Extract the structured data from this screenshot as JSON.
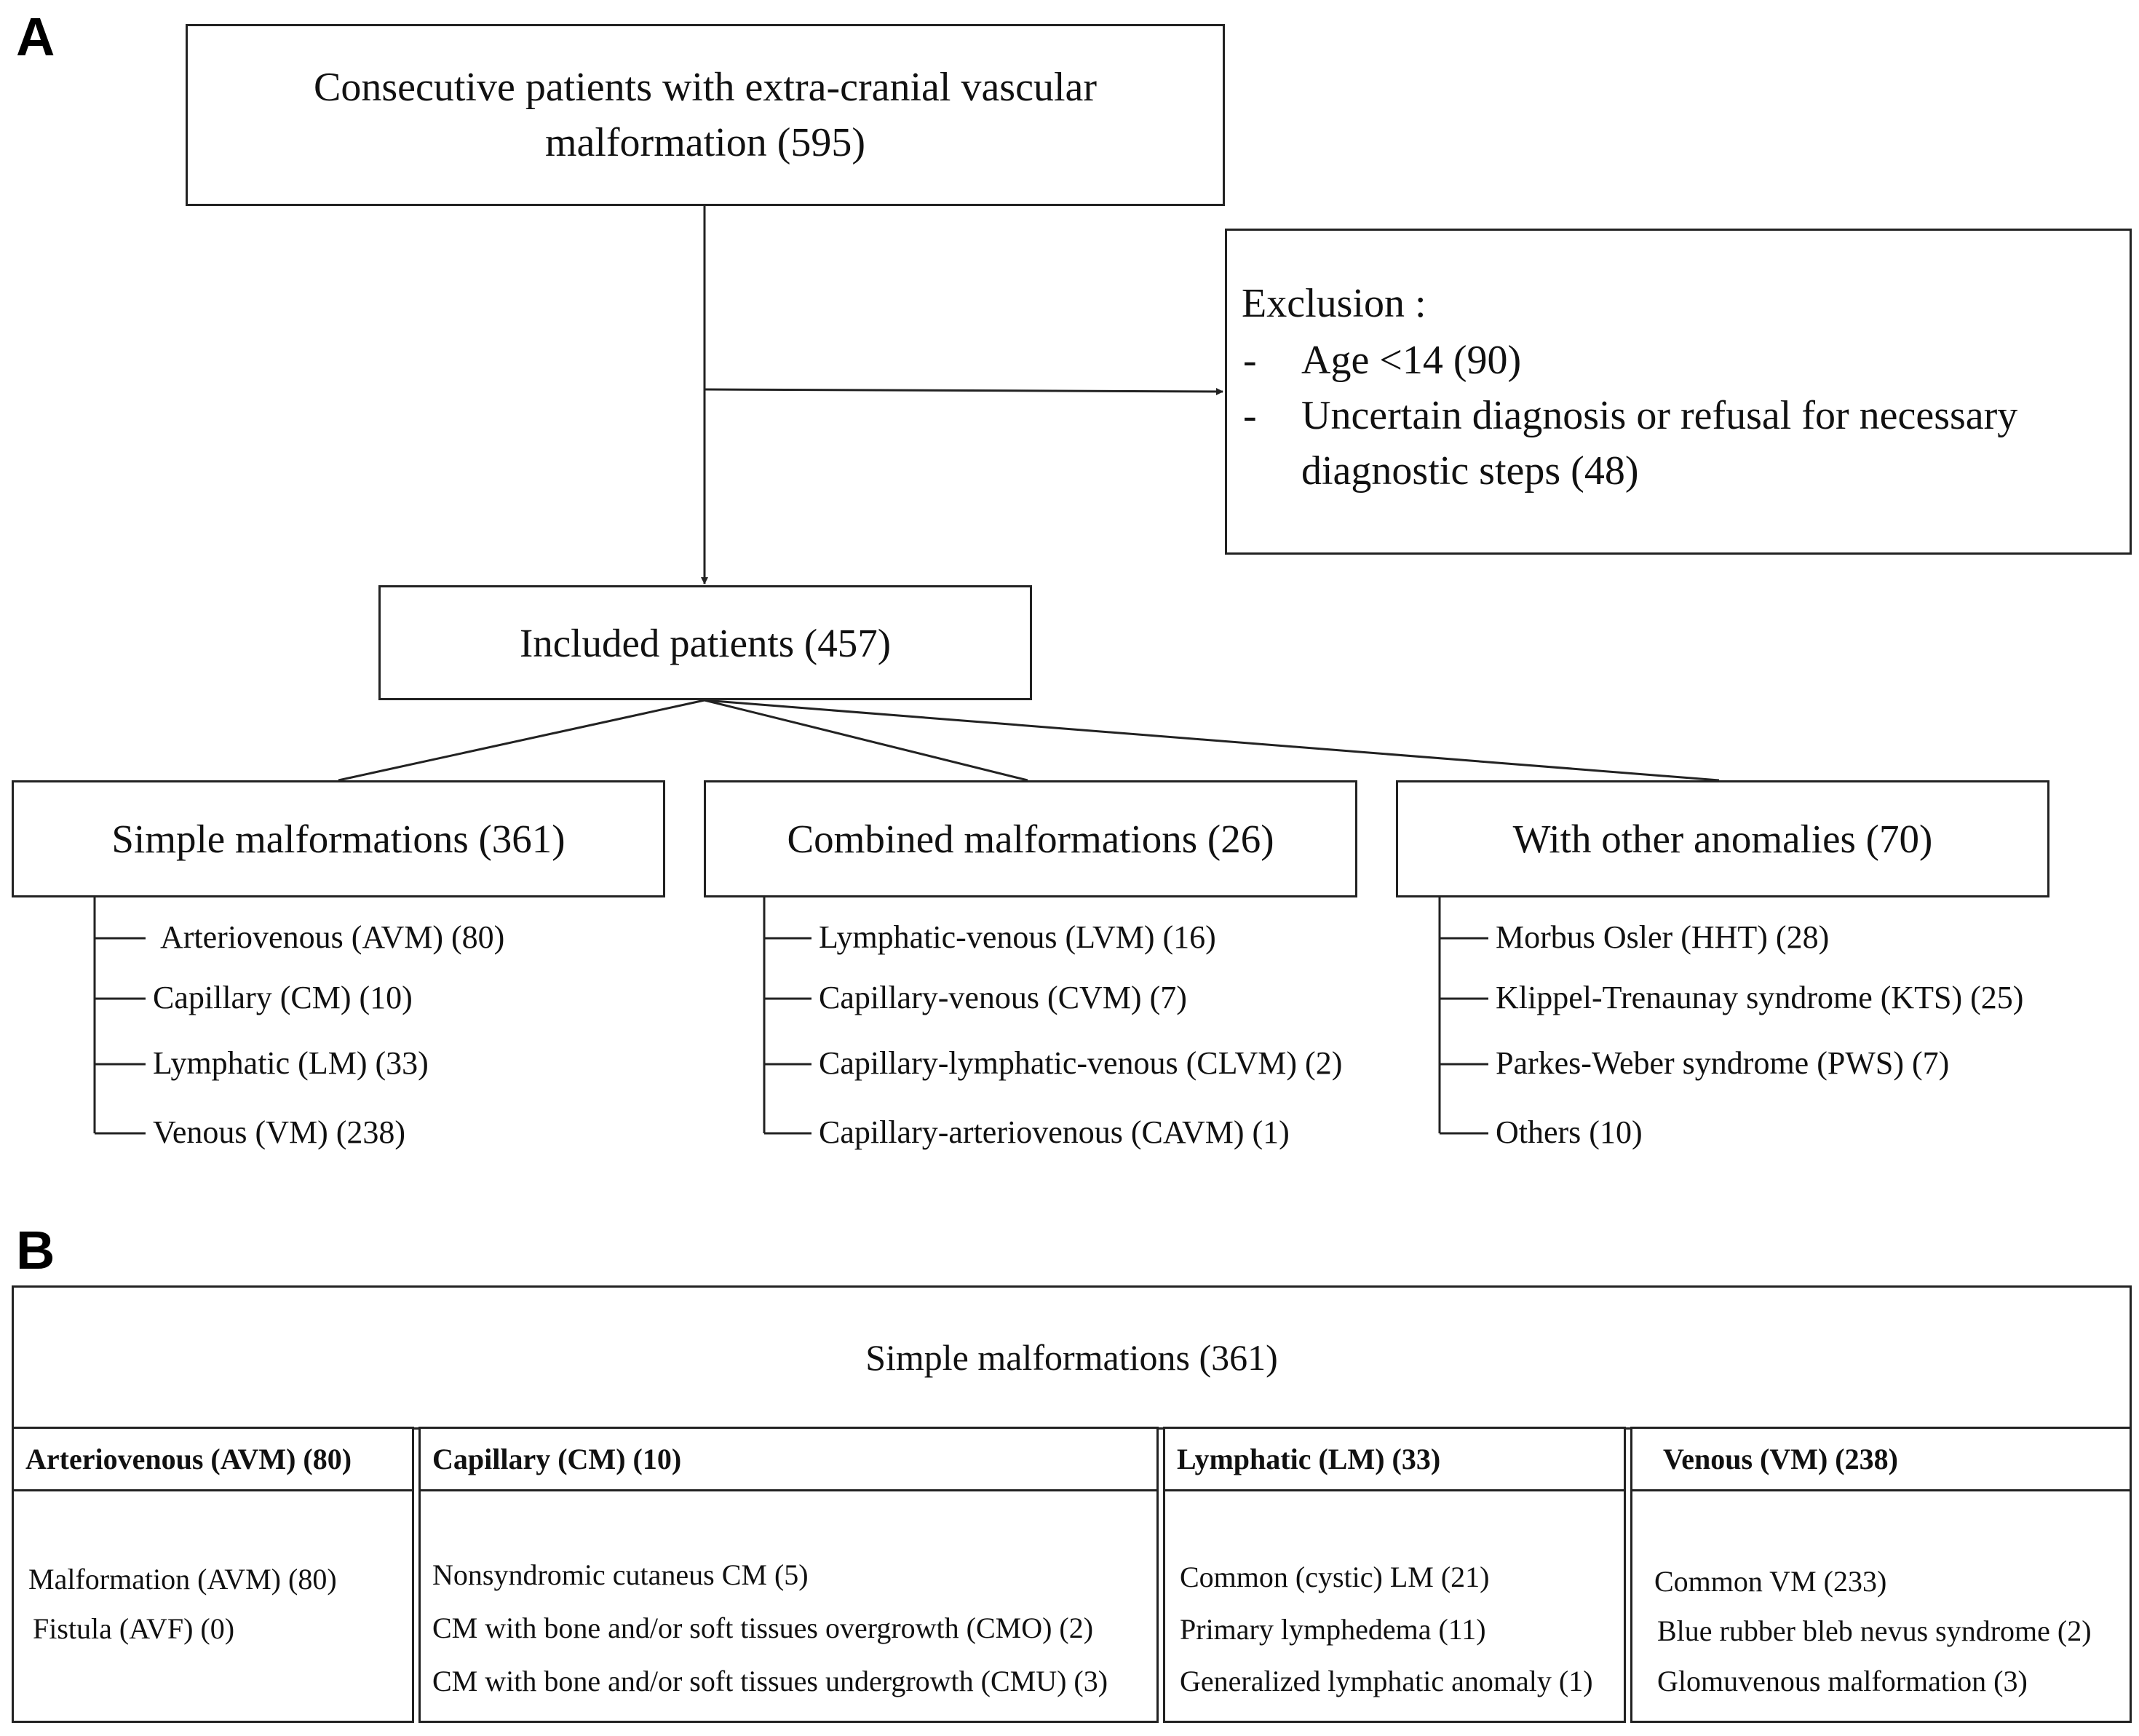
{
  "panel_a": {
    "label": "A",
    "top_box": {
      "line1": "Consecutive patients with extra-cranial vascular",
      "line2": "malformation (595)"
    },
    "exclusion": {
      "title": "Exclusion :",
      "bullet": "-",
      "item1": "Age <14 (90)",
      "item2_line1": "Uncertain diagnosis or refusal for necessary",
      "item2_line2": "diagnostic steps (48)"
    },
    "included": "Included patients (457)",
    "groups": [
      {
        "title": "Simple malformations (361)",
        "items": [
          "Arteriovenous (AVM) (80)",
          "Capillary (CM) (10)",
          "Lymphatic (LM) (33)",
          "Venous (VM) (238)"
        ]
      },
      {
        "title": "Combined malformations (26)",
        "items": [
          "Lymphatic-venous (LVM) (16)",
          "Capillary-venous (CVM) (7)",
          "Capillary-lymphatic-venous (CLVM) (2)",
          "Capillary-arteriovenous (CAVM) (1)"
        ]
      },
      {
        "title": "With other anomalies (70)",
        "items": [
          "Morbus Osler (HHT) (28)",
          "Klippel-Trenaunay syndrome (KTS) (25)",
          "Parkes-Weber syndrome (PWS) (7)",
          "Others (10)"
        ]
      }
    ]
  },
  "panel_b": {
    "label": "B",
    "title": "Simple malformations (361)",
    "columns": [
      {
        "header": "Arteriovenous (AVM) (80)",
        "items": [
          "Malformation (AVM) (80)",
          "Fistula (AVF) (0)"
        ]
      },
      {
        "header": "Capillary (CM) (10)",
        "items": [
          "Nonsyndromic cutaneus CM (5)",
          "CM with bone and/or soft tissues overgrowth (CMO) (2)",
          "CM with bone and/or soft tissues undergrowth (CMU) (3)"
        ]
      },
      {
        "header": "Lymphatic (LM) (33)",
        "items": [
          "Common (cystic) LM (21)",
          "Primary lymphedema (11)",
          "Generalized lymphatic anomaly (1)"
        ]
      },
      {
        "header": "Venous (VM) (238)",
        "items": [
          "Common VM (233)",
          "Blue rubber bleb nevus syndrome (2)",
          "Glomuvenous malformation (3)"
        ]
      }
    ]
  }
}
